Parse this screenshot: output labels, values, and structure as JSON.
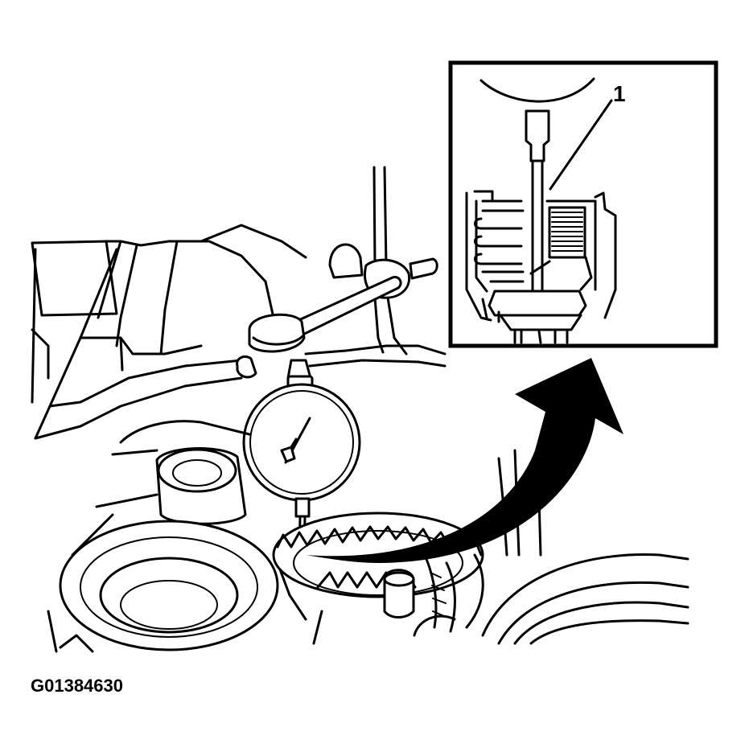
{
  "figure": {
    "code": "G01384630",
    "callouts": [
      {
        "id": "1",
        "label": "1"
      }
    ]
  },
  "colors": {
    "line": "#000000",
    "background": "#ffffff"
  }
}
